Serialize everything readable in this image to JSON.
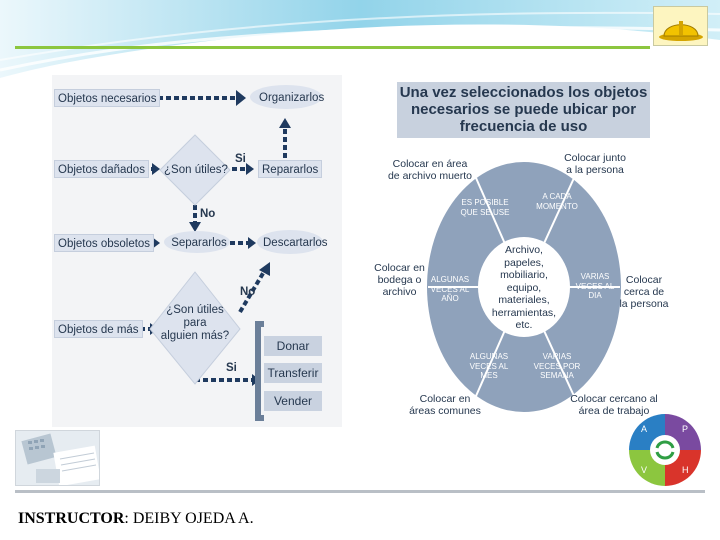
{
  "flow": {
    "objetos_necesarios": "Objetos necesarios",
    "organizarlos": "Organizarlos",
    "objetos_danados": "Objetos dañados",
    "son_utiles": "¿Son útiles?",
    "si_1": "Si",
    "repararlos": "Repararlos",
    "no_1": "No",
    "objetos_obsoletos": "Objetos obsoletos",
    "separarlos": "Separarlos",
    "descartarlos": "Descartarlos",
    "objetos_de_mas": "Objetos de más",
    "son_utiles_alguien": [
      "¿Son útiles",
      "para",
      "alguien más?"
    ],
    "no_2": "No",
    "si_2": "Si",
    "donar": "Donar",
    "transferir": "Transferir",
    "vender": "Vender"
  },
  "circle": {
    "title": [
      "Una vez seleccionados los objetos",
      "necesarios se puede ubicar por",
      "frecuencia de uso"
    ],
    "outer": {
      "archivo_muerto": [
        "Colocar en área",
        "de archivo muerto"
      ],
      "junto_persona": [
        "Colocar junto",
        "a la persona"
      ],
      "bodega": [
        "Colocar en",
        "bodega o",
        "archivo"
      ],
      "cerca_persona": [
        "Colocar",
        "cerca de",
        "la persona"
      ],
      "areas_comunes": [
        "Colocar en",
        "áreas comunes"
      ],
      "cercano_trabajo": [
        "Colocar cercano al",
        "área de trabajo"
      ]
    },
    "segments": {
      "posible": [
        "ES POSIBLE",
        "QUE SE USE"
      ],
      "cada_momento": [
        "A CADA",
        "MOMENTO"
      ],
      "algunas_ano": [
        "ALGUNAS",
        "VECES AL",
        "AÑO"
      ],
      "varias_dia": [
        "VARIAS",
        "VECES AL",
        "DIA"
      ],
      "algunas_mes": [
        "ALGUNAS",
        "VECES AL",
        "MES"
      ],
      "varias_semana": [
        "VARIAS",
        "VECES POR",
        "SEMANA"
      ]
    },
    "center": [
      "Archivo,",
      "papeles,",
      "mobiliario,",
      "equipo,",
      "materiales,",
      "herramientas,",
      "etc."
    ]
  },
  "cycle": {
    "a": "A",
    "p": "P",
    "v": "V",
    "h": "H"
  },
  "footer": {
    "label": "INSTRUCTOR",
    "name": ": DEIBY OJEDA A."
  },
  "colors": {
    "accent_green": "#8cc63f",
    "circle_blue": "#8fa2bb",
    "text_navy": "#26384f"
  }
}
